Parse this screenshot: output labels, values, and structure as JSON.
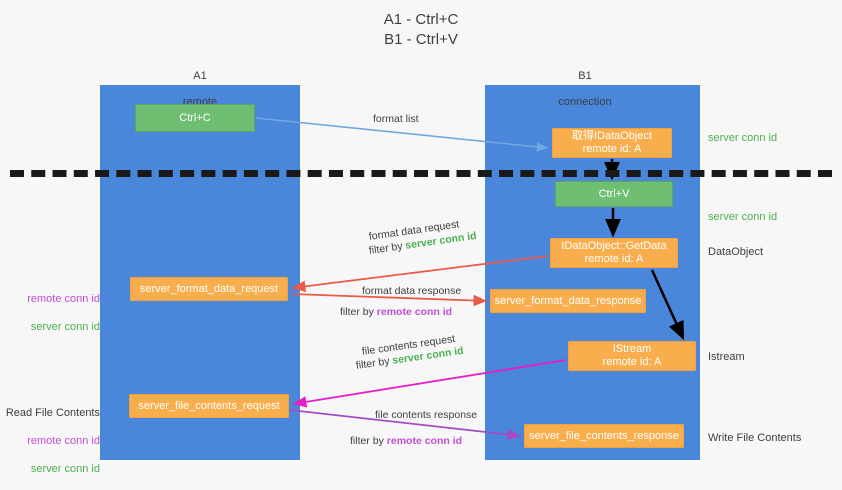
{
  "title": "A1 - Ctrl+C\nB1 - Ctrl+V",
  "colors": {
    "lane": "#4a86d9",
    "green_box": "#6fbf73",
    "orange_box": "#f9ae4e",
    "server_conn_id": "#4caf50",
    "remote_conn_id": "#c14fd4",
    "arrow_blue": "#6fa8dc",
    "arrow_red": "#ea5a47",
    "arrow_magenta": "#e91ec4",
    "arrow_purple": "#a64bc4",
    "arrow_black": "#000000",
    "divider": "#1a1a1a",
    "background": "#f7f7f7"
  },
  "columns": [
    {
      "name": "A1",
      "sub": "remote"
    },
    {
      "name": "B1",
      "sub": "connection"
    }
  ],
  "boxes": {
    "ctrl_c": "Ctrl+C",
    "idataobject": "取得IDataObject",
    "idataobject_sub": "remote id: A",
    "ctrl_v": "Ctrl+V",
    "getdata": "IDataObject::GetData",
    "getdata_sub": "remote id: A",
    "format_data_request": "server_format_data_request",
    "format_data_response": "server_format_data_response",
    "istream": "IStream",
    "istream_sub": "remote id: A",
    "file_contents_request": "server_file_contents_request",
    "file_contents_response": "server_file_contents_response"
  },
  "right_labels": {
    "server_conn_id_1": "server conn id",
    "server_conn_id_2": "server conn id",
    "dataobject": "DataObject",
    "istream": "Istream",
    "write_file_contents": "Write File Contents"
  },
  "left_labels": {
    "remote_conn_id_1": "remote conn id",
    "server_conn_id_1": "server conn id",
    "read_file_contents": "Read File Contents",
    "remote_conn_id_2": "remote conn id",
    "server_conn_id_2": "server conn id"
  },
  "annotations": {
    "format_list": "format list",
    "format_data_request": "format data request",
    "format_data_request_filter_prefix": "filter by ",
    "format_data_request_filter_value": "server conn id",
    "format_data_response": "format data response",
    "format_data_response_filter_prefix": "filter by ",
    "format_data_response_filter_value": "remote conn id",
    "file_contents_request": "file contents request",
    "file_contents_request_filter_prefix": "filter by ",
    "file_contents_request_filter_value": "server conn id",
    "file_contents_response": "file contents response",
    "file_contents_response_filter_prefix": "filter by ",
    "file_contents_response_filter_value": "remote conn id"
  }
}
